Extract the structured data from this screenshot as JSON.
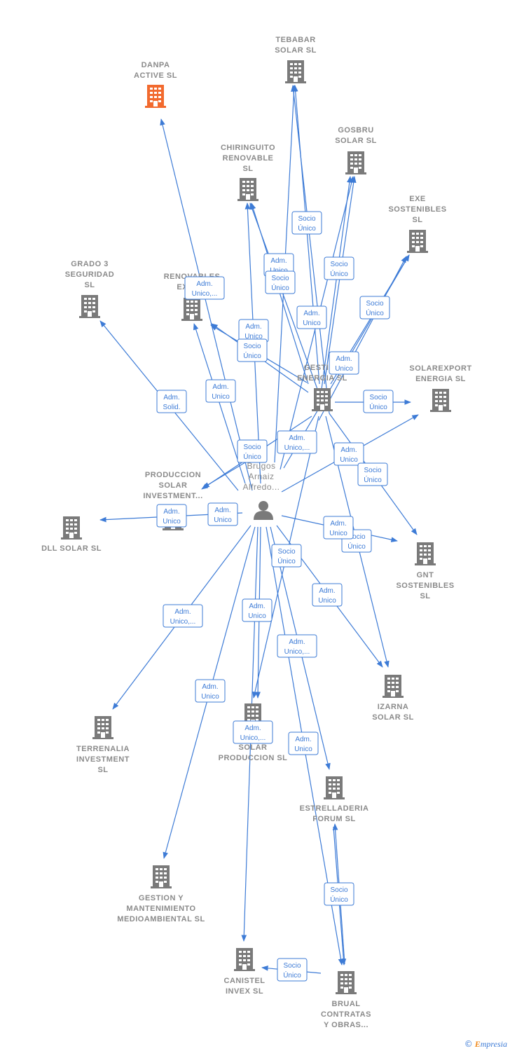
{
  "colors": {
    "edge": "#3d7bd6",
    "building": "#7a7a7a",
    "highlight": "#f26a2e",
    "person": "#7a7a7a"
  },
  "footer": {
    "copyright": "©",
    "brand_initial": "E",
    "brand_rest": "mpresia"
  },
  "person": {
    "id": "person",
    "name_lines": [
      "Brugos",
      "Arnaiz",
      "Alfredo..."
    ]
  },
  "nodes": [
    {
      "id": "danpa",
      "lines": [
        "DANPA",
        "ACTIVE  SL"
      ],
      "highlight": true
    },
    {
      "id": "tebabar",
      "lines": [
        "TEBABAR",
        "SOLAR  SL"
      ]
    },
    {
      "id": "gosbru",
      "lines": [
        "GOSBRU",
        "SOLAR  SL"
      ]
    },
    {
      "id": "chiringuito",
      "lines": [
        "CHIRINGUITO",
        "RENOVABLE",
        "SL"
      ]
    },
    {
      "id": "exe",
      "lines": [
        "EXE",
        "SOSTENIBLES",
        "SL"
      ]
    },
    {
      "id": "grado3",
      "lines": [
        "GRADO 3",
        "SEGURIDAD",
        "SL"
      ]
    },
    {
      "id": "renovables",
      "lines": [
        "RENOVABLES",
        "EXPO..."
      ]
    },
    {
      "id": "gestina",
      "lines": [
        "GESTINA",
        "ENERGIA  SL"
      ]
    },
    {
      "id": "solarexport",
      "lines": [
        "SOLAREXPORT",
        "ENERGIA  SL"
      ]
    },
    {
      "id": "produccion",
      "lines": [
        "PRODUCCION",
        "SOLAR",
        "INVESTMENT..."
      ]
    },
    {
      "id": "dll",
      "lines": [
        "DLL SOLAR  SL"
      ]
    },
    {
      "id": "gnt",
      "lines": [
        "GNT",
        "SOSTENIBLES",
        "SL"
      ]
    },
    {
      "id": "izarna",
      "lines": [
        "IZARNA",
        "SOLAR  SL"
      ]
    },
    {
      "id": "terrenalia",
      "lines": [
        "TERRENALIA",
        "INVESTMENT",
        "SL"
      ]
    },
    {
      "id": "solarprod",
      "lines": [
        "SOLAR",
        "PRODUCCION SL"
      ]
    },
    {
      "id": "estrelladeria",
      "lines": [
        "ESTRELLADERIA",
        "FORUM  SL"
      ]
    },
    {
      "id": "gestion",
      "lines": [
        "GESTION Y",
        "MANTENIMIENTO",
        "MEDIOAMBIENTAL SL"
      ]
    },
    {
      "id": "canistel",
      "lines": [
        "CANISTEL",
        "INVEX  SL"
      ]
    },
    {
      "id": "brual",
      "lines": [
        "BRUAL",
        "CONTRATAS",
        "Y OBRAS..."
      ]
    }
  ],
  "edges": [
    {
      "from": "person",
      "to": "danpa"
    },
    {
      "from": "person",
      "to": "tebabar"
    },
    {
      "from": "person",
      "to": "tebabar",
      "variant": "b"
    },
    {
      "from": "person",
      "to": "gosbru"
    },
    {
      "from": "person",
      "to": "gosbru",
      "variant": "b"
    },
    {
      "from": "person",
      "to": "chiringuito"
    },
    {
      "from": "person",
      "to": "chiringuito",
      "variant": "b"
    },
    {
      "from": "person",
      "to": "exe"
    },
    {
      "from": "person",
      "to": "exe",
      "variant": "b"
    },
    {
      "from": "person",
      "to": "grado3"
    },
    {
      "from": "person",
      "to": "renovables"
    },
    {
      "from": "person",
      "to": "renovables",
      "variant": "b"
    },
    {
      "from": "person",
      "to": "solarexport"
    },
    {
      "from": "person",
      "to": "produccion"
    },
    {
      "from": "person",
      "to": "dll"
    },
    {
      "from": "person",
      "to": "gnt"
    },
    {
      "from": "person",
      "to": "izarna"
    },
    {
      "from": "person",
      "to": "terrenalia"
    },
    {
      "from": "person",
      "to": "solarprod"
    },
    {
      "from": "person",
      "to": "estrelladeria"
    },
    {
      "from": "person",
      "to": "gestion"
    },
    {
      "from": "person",
      "to": "canistel"
    },
    {
      "from": "person",
      "to": "brual"
    },
    {
      "from": "gestina",
      "to": "solarexport"
    },
    {
      "from": "gestina",
      "to": "gnt"
    },
    {
      "from": "gestina",
      "to": "izarna"
    },
    {
      "from": "gestina",
      "to": "solarprod"
    },
    {
      "from": "gestina",
      "to": "tebabar"
    },
    {
      "from": "gestina",
      "to": "gosbru"
    },
    {
      "from": "gestina",
      "to": "produccion"
    },
    {
      "from": "gestina",
      "to": "chiringuito"
    },
    {
      "from": "gestina",
      "to": "renovables"
    },
    {
      "from": "gestina",
      "to": "exe"
    },
    {
      "from": "brual",
      "to": "estrelladeria"
    },
    {
      "from": "brual",
      "to": "canistel"
    },
    {
      "from": "estrelladeria",
      "to": "brual"
    }
  ],
  "relations": [
    {
      "id": "r1",
      "lines": [
        "Socio",
        "Único"
      ]
    },
    {
      "id": "r2",
      "lines": [
        "Socio",
        "Único"
      ]
    },
    {
      "id": "r3",
      "lines": [
        "Adm.",
        "Unico"
      ]
    },
    {
      "id": "r4",
      "lines": [
        "Socio",
        "Único"
      ]
    },
    {
      "id": "r5",
      "lines": [
        "Adm.",
        "Unico,..."
      ]
    },
    {
      "id": "r6",
      "lines": [
        "Adm.",
        "Unico"
      ]
    },
    {
      "id": "r7",
      "lines": [
        "Socio",
        "Único"
      ]
    },
    {
      "id": "r8",
      "lines": [
        "Adm.",
        "Unico"
      ]
    },
    {
      "id": "r9",
      "lines": [
        "Socio",
        "Único"
      ]
    },
    {
      "id": "r10",
      "lines": [
        "Adm.",
        "Unico"
      ]
    },
    {
      "id": "r11",
      "lines": [
        "Adm.",
        "Solid."
      ]
    },
    {
      "id": "r12",
      "lines": [
        "Adm.",
        "Unico"
      ]
    },
    {
      "id": "r13",
      "lines": [
        "Socio",
        "Único"
      ]
    },
    {
      "id": "r14",
      "lines": [
        "Socio",
        "Único"
      ]
    },
    {
      "id": "r15",
      "lines": [
        "Adm.",
        "Unico,..."
      ]
    },
    {
      "id": "r16",
      "lines": [
        "Adm.",
        "Unico"
      ]
    },
    {
      "id": "r17",
      "lines": [
        "Socio",
        "Único"
      ]
    },
    {
      "id": "r18",
      "lines": [
        "Adm.",
        "Unico"
      ]
    },
    {
      "id": "r19",
      "lines": [
        "Adm.",
        "Unico"
      ]
    },
    {
      "id": "r20",
      "lines": [
        "Socio",
        "Único"
      ]
    },
    {
      "id": "r21",
      "lines": [
        "Adm.",
        "Unico"
      ]
    },
    {
      "id": "r22",
      "lines": [
        "Socio",
        "Único"
      ]
    },
    {
      "id": "r23",
      "lines": [
        "Adm.",
        "Unico"
      ]
    },
    {
      "id": "r24",
      "lines": [
        "Adm.",
        "Unico,..."
      ]
    },
    {
      "id": "r25",
      "lines": [
        "Adm.",
        "Unico"
      ]
    },
    {
      "id": "r26",
      "lines": [
        "Adm.",
        "Unico,..."
      ]
    },
    {
      "id": "r27",
      "lines": [
        "Adm.",
        "Unico"
      ]
    },
    {
      "id": "r28",
      "lines": [
        "Adm.",
        "Unico,..."
      ]
    },
    {
      "id": "r29",
      "lines": [
        "Adm.",
        "Unico"
      ]
    },
    {
      "id": "r30",
      "lines": [
        "Socio",
        "Único"
      ]
    },
    {
      "id": "r31",
      "lines": [
        "Socio",
        "Único"
      ]
    }
  ]
}
